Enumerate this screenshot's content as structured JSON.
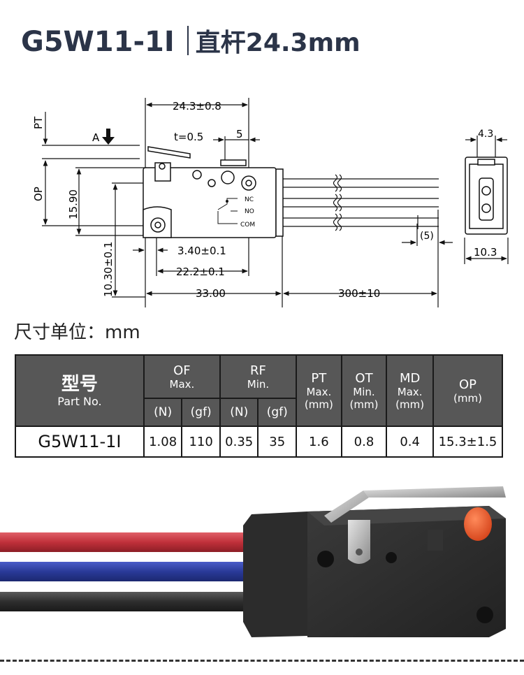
{
  "header": {
    "model": "G5W11-1I",
    "subtitle": "直杆24.3mm"
  },
  "drawing": {
    "dim_width_top": "24.3±0.8",
    "dim_t": "t=0.5",
    "dim_5": "5",
    "label_pt": "PT",
    "label_a": "A",
    "label_op": "OP",
    "dim_1590": "15.90",
    "dim_1030": "10.30±0.1",
    "dim_340": "3.40±0.1",
    "dim_222": "22.2±0.1",
    "dim_3300": "33.00",
    "dim_300": "300±10",
    "dim_5p": "(5)",
    "dim_43": "4.3",
    "dim_103": "10.3",
    "terminal_nc": "NC",
    "terminal_no": "NO",
    "terminal_com": "COM"
  },
  "unit_label": "尺寸单位：mm",
  "table": {
    "col_model_cn": "型号",
    "col_model_en": "Part No.",
    "col_of": "OF",
    "col_of_sub": "Max.",
    "col_rf": "RF",
    "col_rf_sub": "Min.",
    "col_pt": "PT",
    "col_pt_sub": "Max.",
    "col_pt_unit": "(mm)",
    "col_ot": "OT",
    "col_ot_sub": "Min.",
    "col_ot_unit": "(mm)",
    "col_md": "MD",
    "col_md_sub": "Max.",
    "col_md_unit": "(mm)",
    "col_op": "OP",
    "col_op_unit": "(mm)",
    "unit_n": "(N)",
    "unit_gf": "(gf)",
    "row": {
      "model": "G5W11-1I",
      "of_n": "1.08",
      "of_gf": "110",
      "rf_n": "0.35",
      "rf_gf": "35",
      "pt": "1.6",
      "ot": "0.8",
      "md": "0.4",
      "op": "15.3±1.5"
    }
  },
  "colors": {
    "title": "#2b3448",
    "table_header": "#575757",
    "wire_red": "#c0303a",
    "wire_blue": "#2a3a98",
    "wire_black": "#2e2e2e",
    "button": "#e8552a"
  }
}
